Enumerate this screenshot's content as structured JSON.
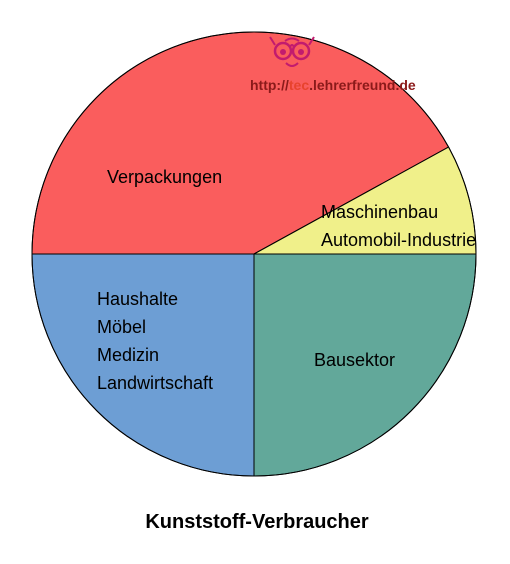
{
  "chart_data": {
    "type": "pie",
    "title": "Kunststoff-Verbraucher",
    "start_angle_deg": 180,
    "direction": "clockwise",
    "slices": [
      {
        "lines": [
          "Verpackungen"
        ],
        "value": 42,
        "color": "#fa5d5d"
      },
      {
        "lines": [
          "Maschinenbau",
          "Automobil-Industrie"
        ],
        "value": 8,
        "color": "#f0f08a"
      },
      {
        "lines": [
          "Bausektor"
        ],
        "value": 25,
        "color": "#62a89a"
      },
      {
        "lines": [
          "Haushalte",
          "Möbel",
          "Medizin",
          "Landwirtschaft"
        ],
        "value": 25,
        "color": "#6d9ed4"
      }
    ],
    "border_color": "#000000"
  },
  "watermark": {
    "prefix": "http://",
    "highlight": "tec",
    "suffix": ".lehrerfreund.de",
    "prefix_color": "#8b1a1a",
    "highlight_color": "#e8432e",
    "logo_color": "#c21b6e",
    "logo_icon": "owl-glasses-icon"
  }
}
